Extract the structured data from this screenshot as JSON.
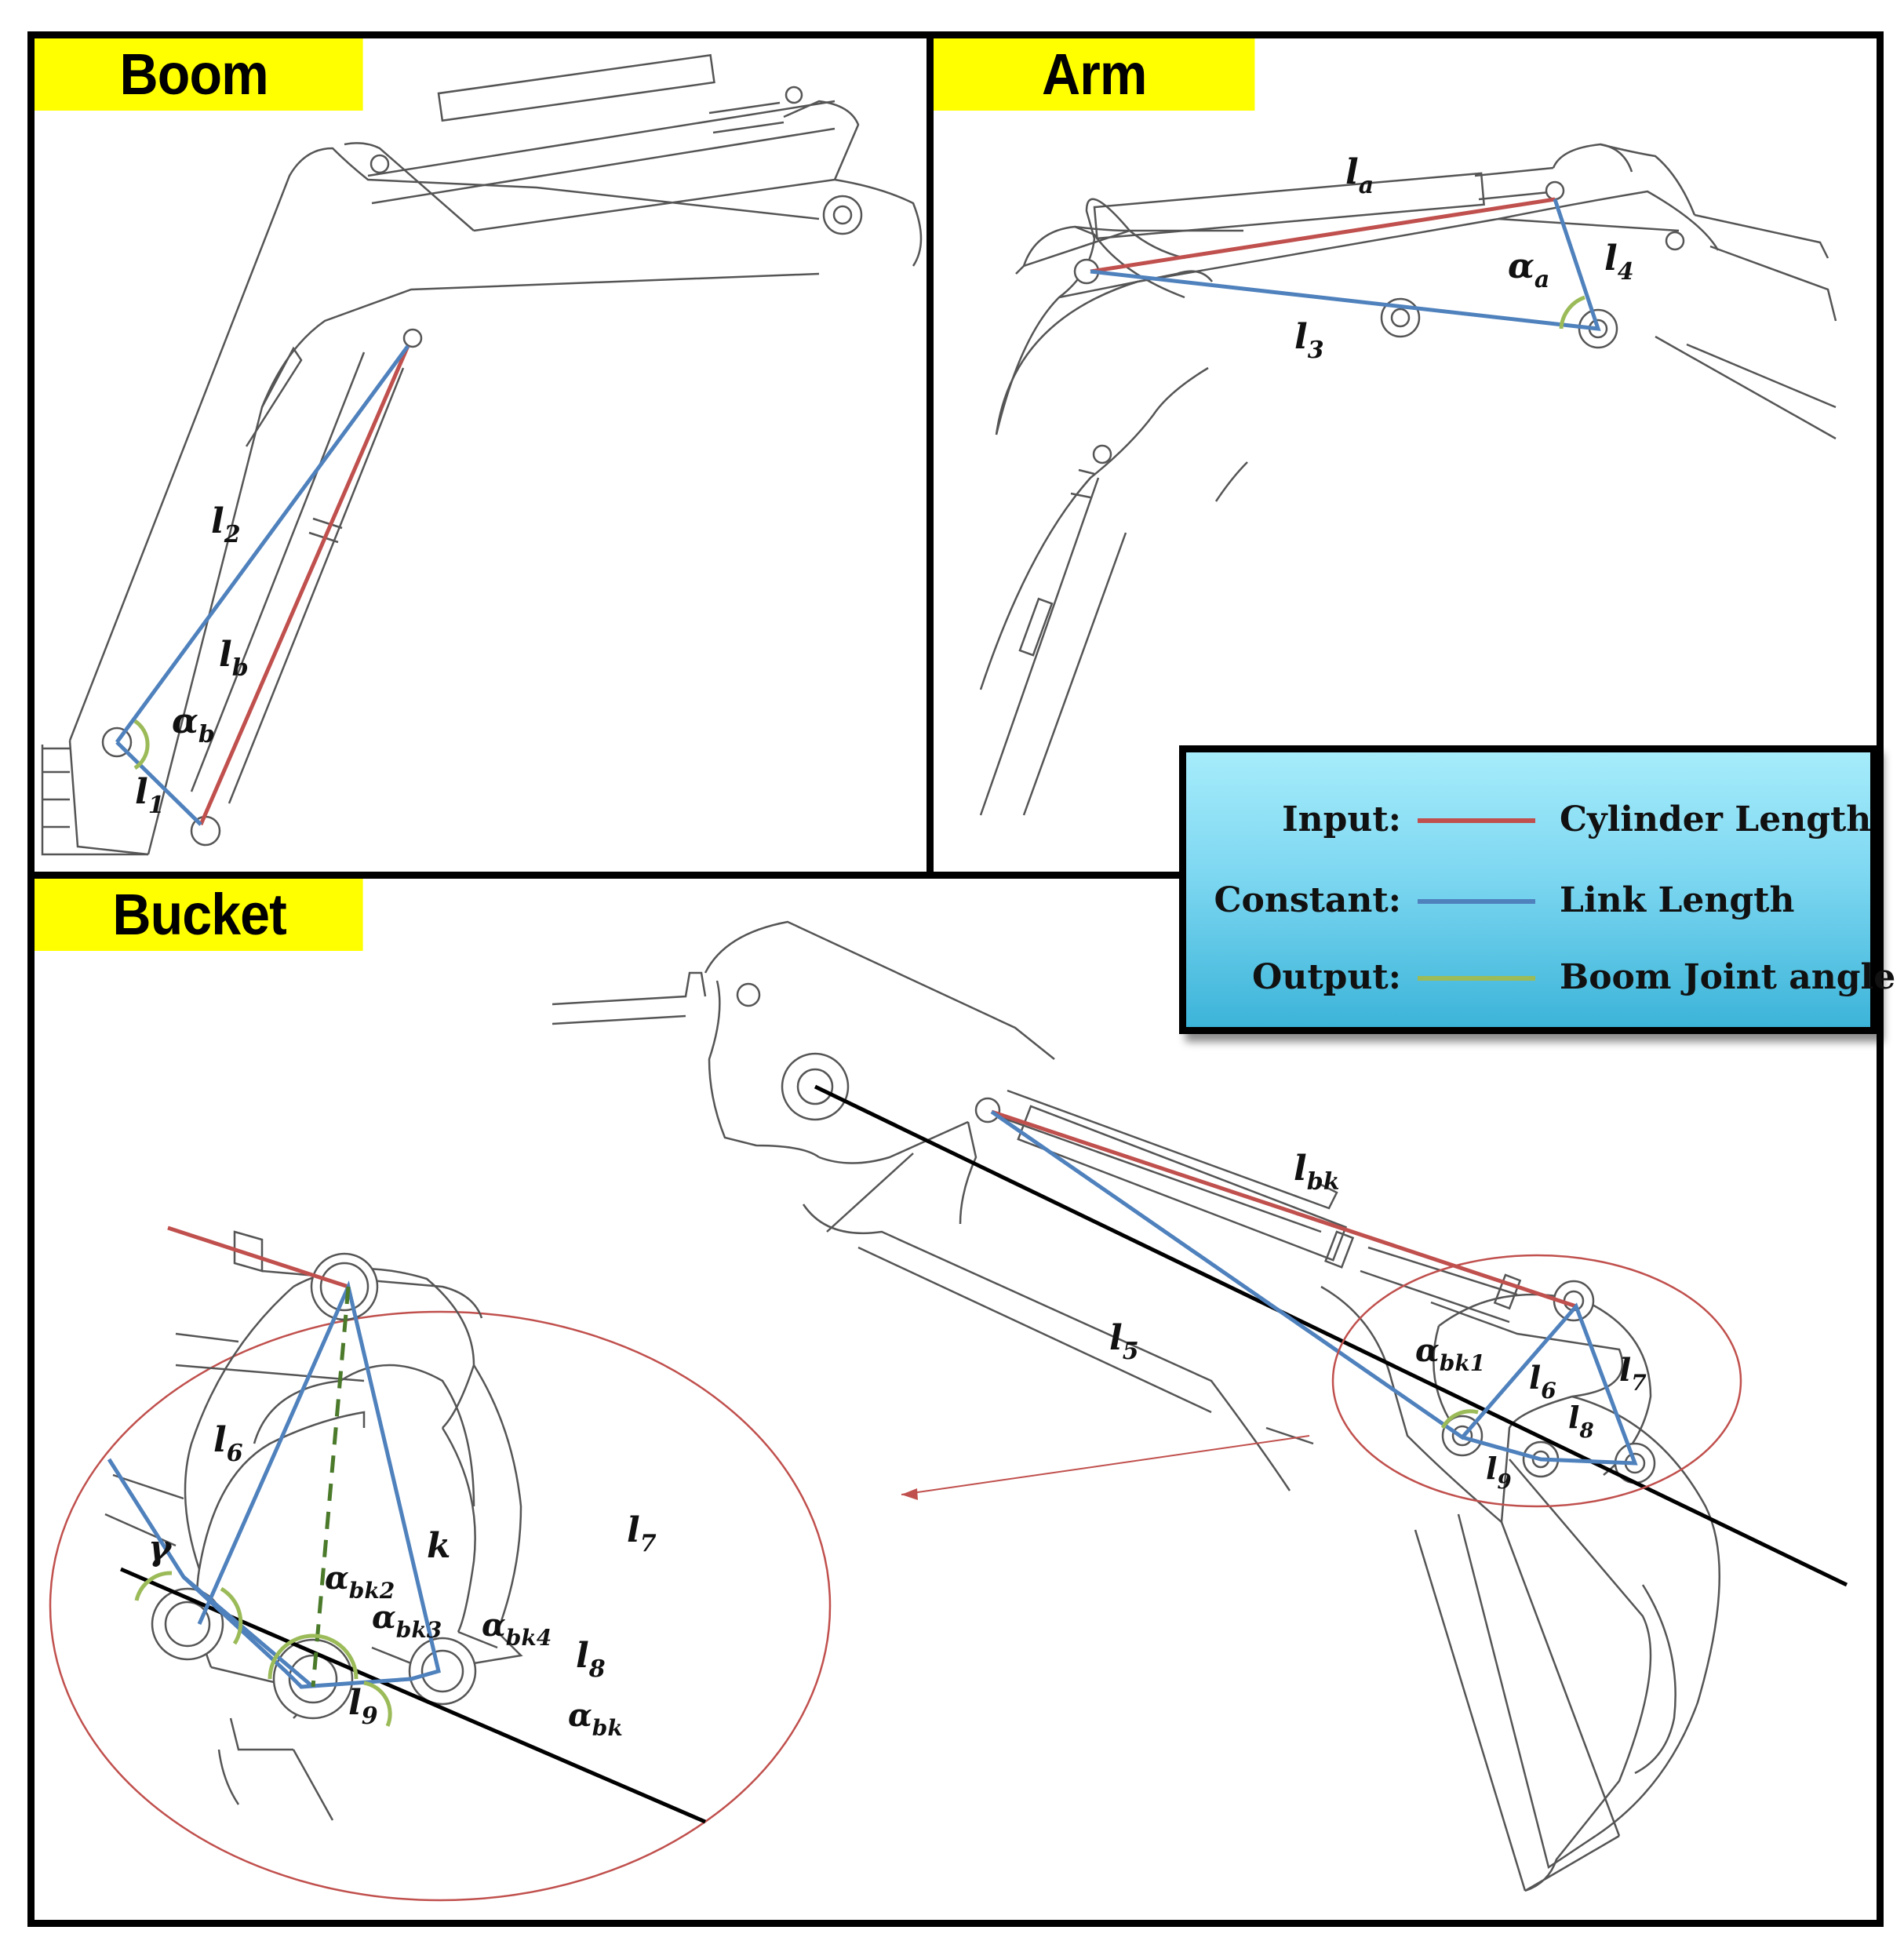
{
  "panels": {
    "boom": {
      "title": "Boom"
    },
    "arm": {
      "title": "Arm"
    },
    "bucket": {
      "title": "Bucket"
    }
  },
  "labels": {
    "boom": {
      "l1": "l",
      "l1_sub": "1",
      "l2": "l",
      "l2_sub": "2",
      "lb": "l",
      "lb_sub": "b",
      "alpha_b": "α",
      "alpha_b_sub": "b"
    },
    "arm": {
      "la": "l",
      "la_sub": "a",
      "l3": "l",
      "l3_sub": "3",
      "l4": "l",
      "l4_sub": "4",
      "alpha_a": "α",
      "alpha_a_sub": "a"
    },
    "bucket_main": {
      "lbk": "l",
      "lbk_sub": "bk",
      "l5": "l",
      "l5_sub": "5",
      "l6": "l",
      "l6_sub": "6",
      "l7": "l",
      "l7_sub": "7",
      "l8": "l",
      "l8_sub": "8",
      "l9": "l",
      "l9_sub": "9",
      "alpha_bk1": "α",
      "alpha_bk1_sub": "bk1"
    },
    "bucket_zoom": {
      "l6": "l",
      "l6_sub": "6",
      "l7": "l",
      "l7_sub": "7",
      "l8": "l",
      "l8_sub": "8",
      "l9": "l",
      "l9_sub": "9",
      "k": "k",
      "gamma": "γ",
      "alpha_bk2": "α",
      "alpha_bk2_sub": "bk2",
      "alpha_bk3": "α",
      "alpha_bk3_sub": "bk3",
      "alpha_bk4": "α",
      "alpha_bk4_sub": "bk4",
      "alpha_bk": "α",
      "alpha_bk_sub": "bk"
    }
  },
  "legend": {
    "rows": [
      {
        "key": "Input:",
        "color": "#c0504d",
        "value": "Cylinder Length"
      },
      {
        "key": "Constant:",
        "color": "#4f81bd",
        "value": "Link Length"
      },
      {
        "key": "Output:",
        "color": "#9bbb59",
        "value": "Boom Joint angle"
      }
    ]
  },
  "colors": {
    "input": "#c0504d",
    "constant": "#4f81bd",
    "output": "#9bbb59",
    "title_bg": "#ffff00",
    "outline": "#555555"
  }
}
